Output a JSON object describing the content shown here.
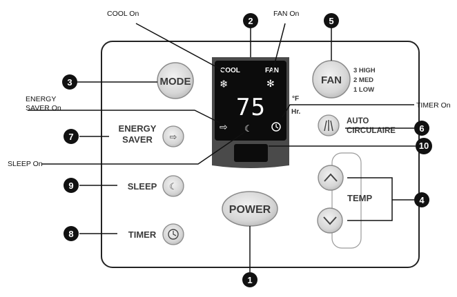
{
  "callouts": {
    "cool_on": "COOL On",
    "fan_on": "FAN On",
    "energy_saver_on_line1": "ENERGY",
    "energy_saver_on_line2": "SAVER On",
    "timer_on": "TIMER On",
    "sleep_on": "SLEEP On"
  },
  "display": {
    "cool_label": "COOL",
    "fan_label": "FAN",
    "temperature": "75",
    "unit_f": "°F",
    "unit_hr": "Hr."
  },
  "buttons": {
    "mode": "MODE",
    "fan": "FAN",
    "energy_saver_line1": "ENERGY",
    "energy_saver_line2": "SAVER",
    "auto_circulaire_line1": "AUTO",
    "auto_circulaire_line2": "CIRCULAIRE",
    "sleep": "SLEEP",
    "timer": "TIMER",
    "power": "POWER",
    "temp": "TEMP"
  },
  "fan_speeds": [
    "3 HIGH",
    "2 MED",
    "1 LOW"
  ],
  "markers": [
    "1",
    "2",
    "3",
    "4",
    "5",
    "6",
    "7",
    "8",
    "9",
    "10"
  ],
  "colors": {
    "button_fill": "#d9d9d9",
    "button_stroke": "#8a8a8a",
    "display_bg": "#0c0c0c",
    "display_frame": "#4a4a4a",
    "marker_fill": "#111111"
  }
}
